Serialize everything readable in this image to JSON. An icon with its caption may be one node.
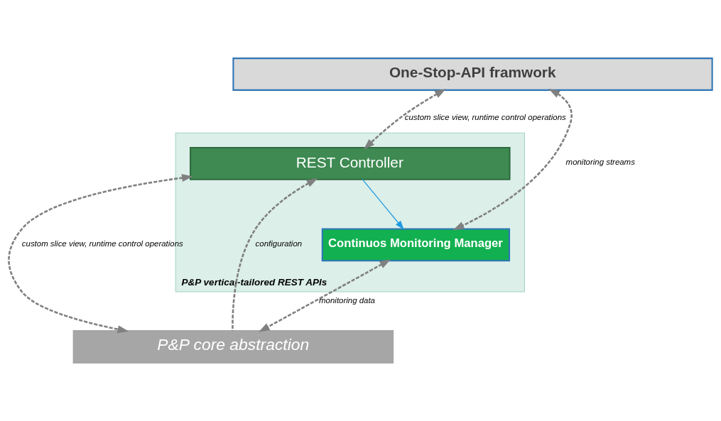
{
  "diagram": {
    "nodes": [
      {
        "text": [
          "One-Stop-API framwork"
        ]
      },
      {
        "text": [
          "P&P vertical-tailored REST APIs"
        ]
      },
      {
        "text": [
          "REST Controller"
        ],
        "in": 1
      },
      {
        "text": [
          "Continuos Monitoring Manager"
        ],
        "in": 1
      },
      {
        "text": [
          "P&P core abstraction"
        ]
      }
    ],
    "edges": [
      {
        "from": 0,
        "to": 2,
        "arrow": "both",
        "style": "dashed",
        "label": "custom slice view, runtime control operations"
      },
      {
        "from": 0,
        "to": 3,
        "arrow": "both",
        "style": "dashed",
        "label": "monitoring streams"
      },
      {
        "from": 2,
        "to": 3,
        "arrow": "to",
        "color": "#1f9be0"
      },
      {
        "from": 2,
        "to": 4,
        "arrow": "both",
        "style": "dashed",
        "label": "custom slice view, runtime control operations"
      },
      {
        "from": 4,
        "to": 2,
        "arrow": "to",
        "style": "dashed",
        "label": "configuration"
      },
      {
        "from": 3,
        "to": 4,
        "arrow": "both",
        "style": "dashed",
        "label": "monitoring data"
      }
    ]
  }
}
